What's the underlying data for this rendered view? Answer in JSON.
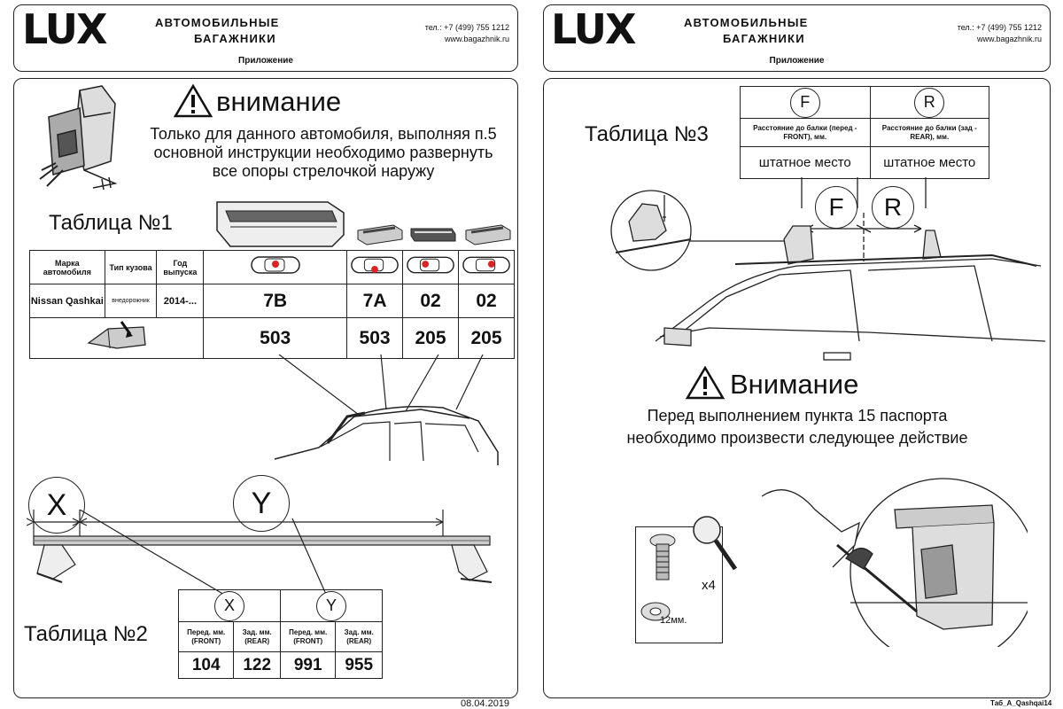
{
  "left": {
    "logo": "LUX",
    "brand_line1": "АВТОМОБИЛЬНЫЕ",
    "brand_line2": "БАГАЖНИКИ",
    "phone": "тел.: +7 (499) 755 1212",
    "site": "www.bagazhnik.ru",
    "appendix": "Приложение",
    "warning_title": "внимание",
    "warning_lines": [
      "Только для данного автомобиля, выполняя п.5",
      "основной инструкции необходимо развернуть",
      "все опоры стрелочкой наружу"
    ],
    "table1_caption": "Таблица №1",
    "table1": {
      "headers": [
        "Марка автомобиля",
        "Тип кузова",
        "Год выпуска"
      ],
      "car": "Nissan Qashkai",
      "body": "внедорожник",
      "year": "2014-...",
      "codes": [
        "7B",
        "7A",
        "02",
        "02"
      ],
      "parts": [
        "503",
        "503",
        "205",
        "205"
      ]
    },
    "table2_caption": "Таблица №2",
    "table2": {
      "groups": [
        "X",
        "Y"
      ],
      "subheaders": [
        "Перед. мм. (FRONT)",
        "Зад. мм. (REAR)",
        "Перед. мм. (FRONT)",
        "Зад. мм. (REAR)"
      ],
      "values": [
        "104",
        "122",
        "991",
        "955"
      ]
    },
    "dim_labels": [
      "X",
      "Y"
    ],
    "date": "08.04.2019"
  },
  "right": {
    "logo": "LUX",
    "brand_line1": "АВТОМОБИЛЬНЫЕ",
    "brand_line2": "БАГАЖНИКИ",
    "phone": "тел.: +7 (499) 755 1212",
    "site": "www.bagazhnik.ru",
    "appendix": "Приложение",
    "table3_caption": "Таблица №3",
    "table3": {
      "letters": [
        "F",
        "R"
      ],
      "headers": [
        "Расстояние до балки (перед - FRONT), мм.",
        "Расстояние до балки (зад - REAR), мм."
      ],
      "values": [
        "штатное место",
        "штатное место"
      ]
    },
    "dim_labels": [
      "F",
      "R"
    ],
    "warning_title": "Внимание",
    "warning_lines": [
      "Перед выполнением пункта 15 паспорта",
      "необходимо произвести следующее действие"
    ],
    "qty": "x4",
    "washer": "12мм.",
    "footer_code": "Таб_А_Qashqai14"
  }
}
